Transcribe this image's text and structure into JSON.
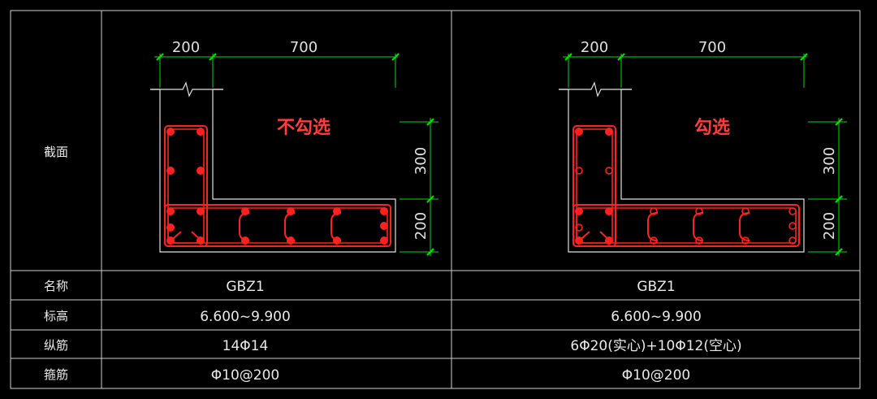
{
  "table": {
    "row_labels": {
      "section": "截面",
      "name": "名称",
      "elevation": "标高",
      "longitudinal": "纵筋",
      "stirrup": "箍筋"
    },
    "columns": [
      {
        "annotation": "不勾选",
        "name": "GBZ1",
        "elevation": "6.600~9.900",
        "longitudinal": "14Φ14",
        "stirrup": "Φ10@200",
        "dims": {
          "top_left": "200",
          "top_right": "700",
          "right_upper": "300",
          "right_lower": "200"
        }
      },
      {
        "annotation": "勾选",
        "name": "GBZ1",
        "elevation": "6.600~9.900",
        "longitudinal": "6Φ20(实心)+10Φ12(空心)",
        "stirrup": "Φ10@200",
        "dims": {
          "top_left": "200",
          "top_right": "700",
          "right_upper": "300",
          "right_lower": "200"
        }
      }
    ]
  },
  "colors": {
    "background": "#000000",
    "grid": "#cfcfcf",
    "dimension": "#00e000",
    "rebar": "#ff2020",
    "annotation": "#ff3b3b"
  }
}
